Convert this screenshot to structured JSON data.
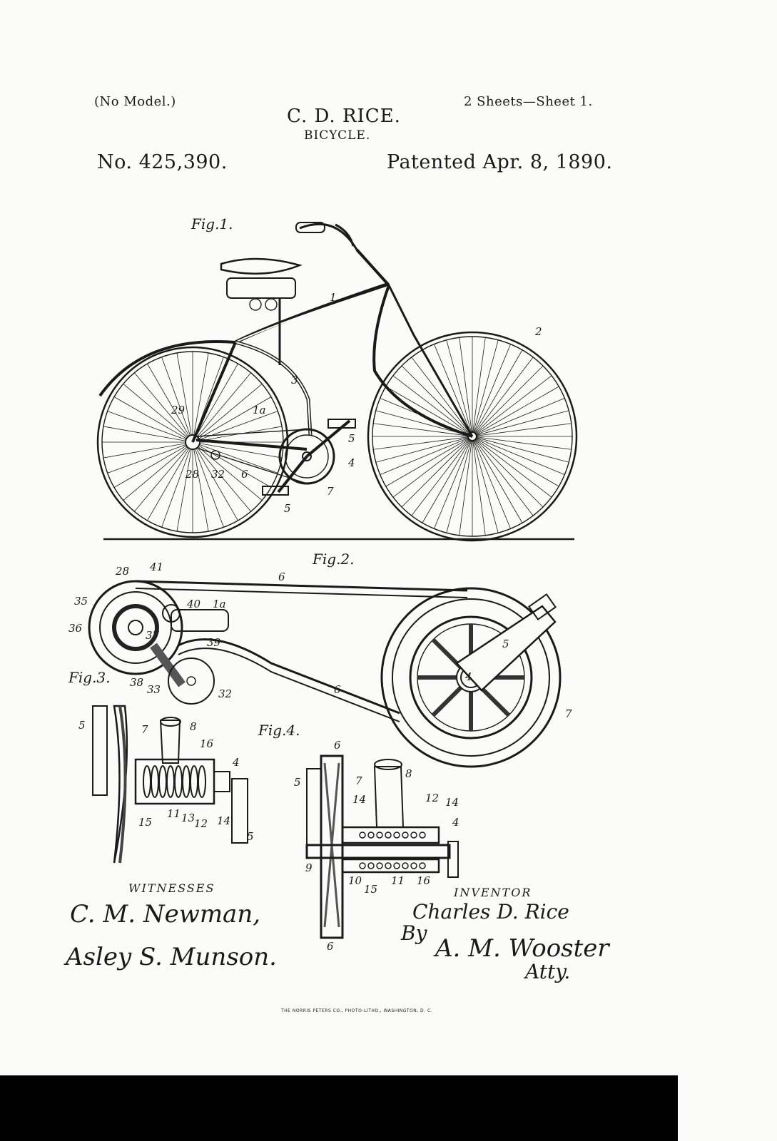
{
  "header": {
    "model_note": "(No Model.)",
    "sheets": "2 Sheets—Sheet 1.",
    "inventor_name": "C. D. RICE.",
    "title": "BICYCLE.",
    "patent_number": "No. 425,390.",
    "patent_date": "Patented Apr. 8, 1890."
  },
  "figures": {
    "fig1": "Fig.1.",
    "fig2": "Fig.2.",
    "fig3": "Fig.3.",
    "fig4": "Fig.4."
  },
  "ref_numerals": {
    "fig1": [
      "1",
      "2",
      "3",
      "1a",
      "29",
      "28",
      "32",
      "6",
      "5",
      "4",
      "7",
      "5"
    ],
    "fig2": [
      "28",
      "41",
      "6",
      "35",
      "40",
      "1a",
      "36",
      "37",
      "39",
      "38",
      "33",
      "32",
      "5",
      "4",
      "6",
      "7"
    ],
    "fig3": [
      "5",
      "7",
      "8",
      "16",
      "4",
      "15",
      "11",
      "13",
      "12",
      "14",
      "5"
    ],
    "fig4": [
      "6",
      "5",
      "7",
      "8",
      "14",
      "12",
      "14",
      "4",
      "9",
      "10",
      "15",
      "11",
      "16",
      "6"
    ]
  },
  "witnesses": {
    "label": "WITNESSES",
    "signatures": [
      "C. M. Newman,",
      "Asley S. Munson."
    ]
  },
  "inventor": {
    "label": "INVENTOR",
    "signature": "Charles D. Rice",
    "by": "By",
    "attorney_signature": "A. M. Wooster",
    "attorney_suffix": "Atty."
  },
  "imprint": "THE NORRIS PETERS CO., PHOTO-LITHO., WASHINGTON, D. C."
}
